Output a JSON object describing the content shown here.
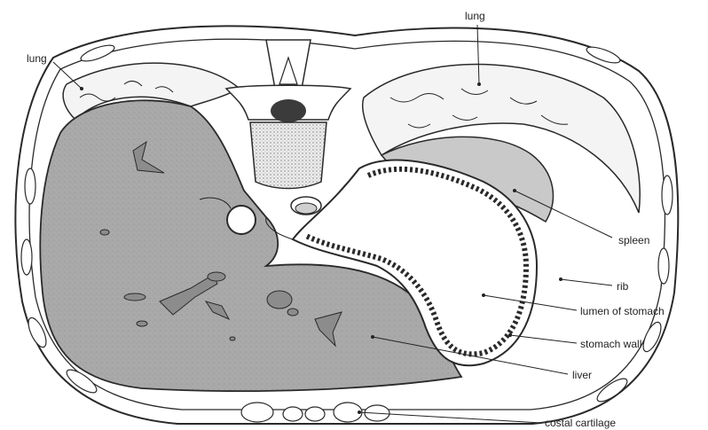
{
  "labels": {
    "lung_left": "lung",
    "lung_right": "lung",
    "spleen": "spleen",
    "rib": "rib",
    "lumen_of_stomach": "lumen of stomach",
    "stomach_wall": "stomach wall",
    "liver": "liver",
    "costal_cartilage": "costal cartilage"
  },
  "colors": {
    "outline": "#2a2a2a",
    "liver_fill": "#a7a7a7",
    "spleen_fill": "#c9c9c9",
    "lung_fill": "#f4f4f4",
    "background": "#ffffff"
  }
}
